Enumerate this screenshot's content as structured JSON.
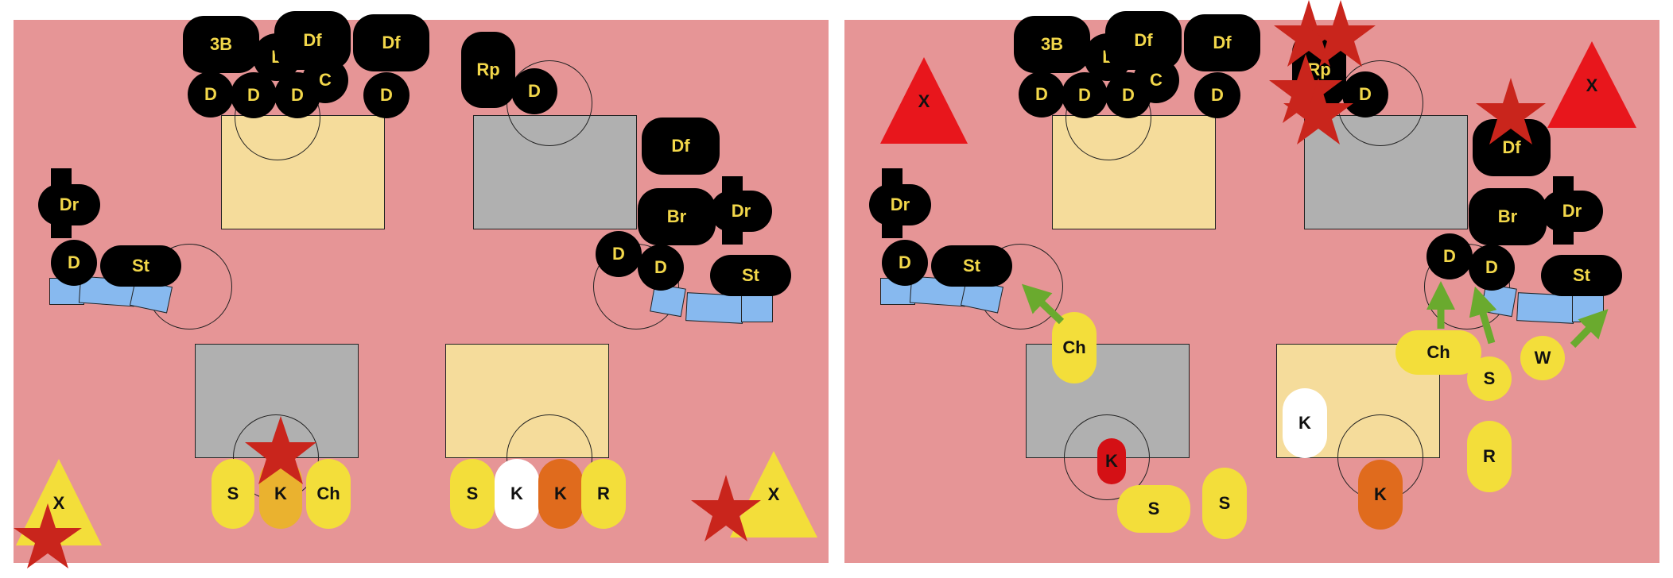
{
  "colors": {
    "field": "#e69596",
    "tan_box": "#f5dc9b",
    "grey_box": "#b0b0b0",
    "black_token": "#000000",
    "token_text": "#f2d74a",
    "yellow": "#f3de3a",
    "orange": "#eab22f",
    "dark_orange": "#e06b1d",
    "red": "#d41015",
    "star": "#c9251c",
    "arrow": "#6aaa2e",
    "blue_bar": "#87b9ef"
  },
  "panel_left": {
    "tokens": {
      "b3": "3B",
      "l": "L",
      "df1": "Df",
      "df2": "Df",
      "c": "C",
      "d1": "D",
      "d2": "D",
      "d3": "D",
      "d4": "D",
      "rp": "Rp",
      "d_rp": "D",
      "df_right": "Df",
      "br": "Br",
      "dr_right": "Dr",
      "d_r1": "D",
      "d_r2": "D",
      "st_right": "St",
      "dr_left": "Dr",
      "d_left": "D",
      "st_left": "St",
      "s1": "S",
      "k1": "K",
      "ch1": "Ch",
      "s2": "S",
      "k2": "K",
      "k3": "K",
      "r": "R",
      "x1": "X",
      "x2": "X"
    }
  },
  "panel_right": {
    "tokens": {
      "b3": "3B",
      "l": "L",
      "df1": "Df",
      "df2": "Df",
      "c": "C",
      "d1": "D",
      "d2": "D",
      "d3": "D",
      "d4": "D",
      "rp": "Rp",
      "d_rp": "D",
      "df_right": "Df",
      "br": "Br",
      "dr_right": "Dr",
      "d_r1": "D",
      "d_r2": "D",
      "st_right": "St",
      "dr_left": "Dr",
      "d_left": "D",
      "st_left": "St",
      "ch1": "Ch",
      "k_red": "K",
      "s1": "S",
      "s2": "S",
      "k_white": "K",
      "k_orange": "K",
      "ch2": "Ch",
      "s3": "S",
      "w": "W",
      "r": "R",
      "x1": "X",
      "x2": "X"
    }
  }
}
